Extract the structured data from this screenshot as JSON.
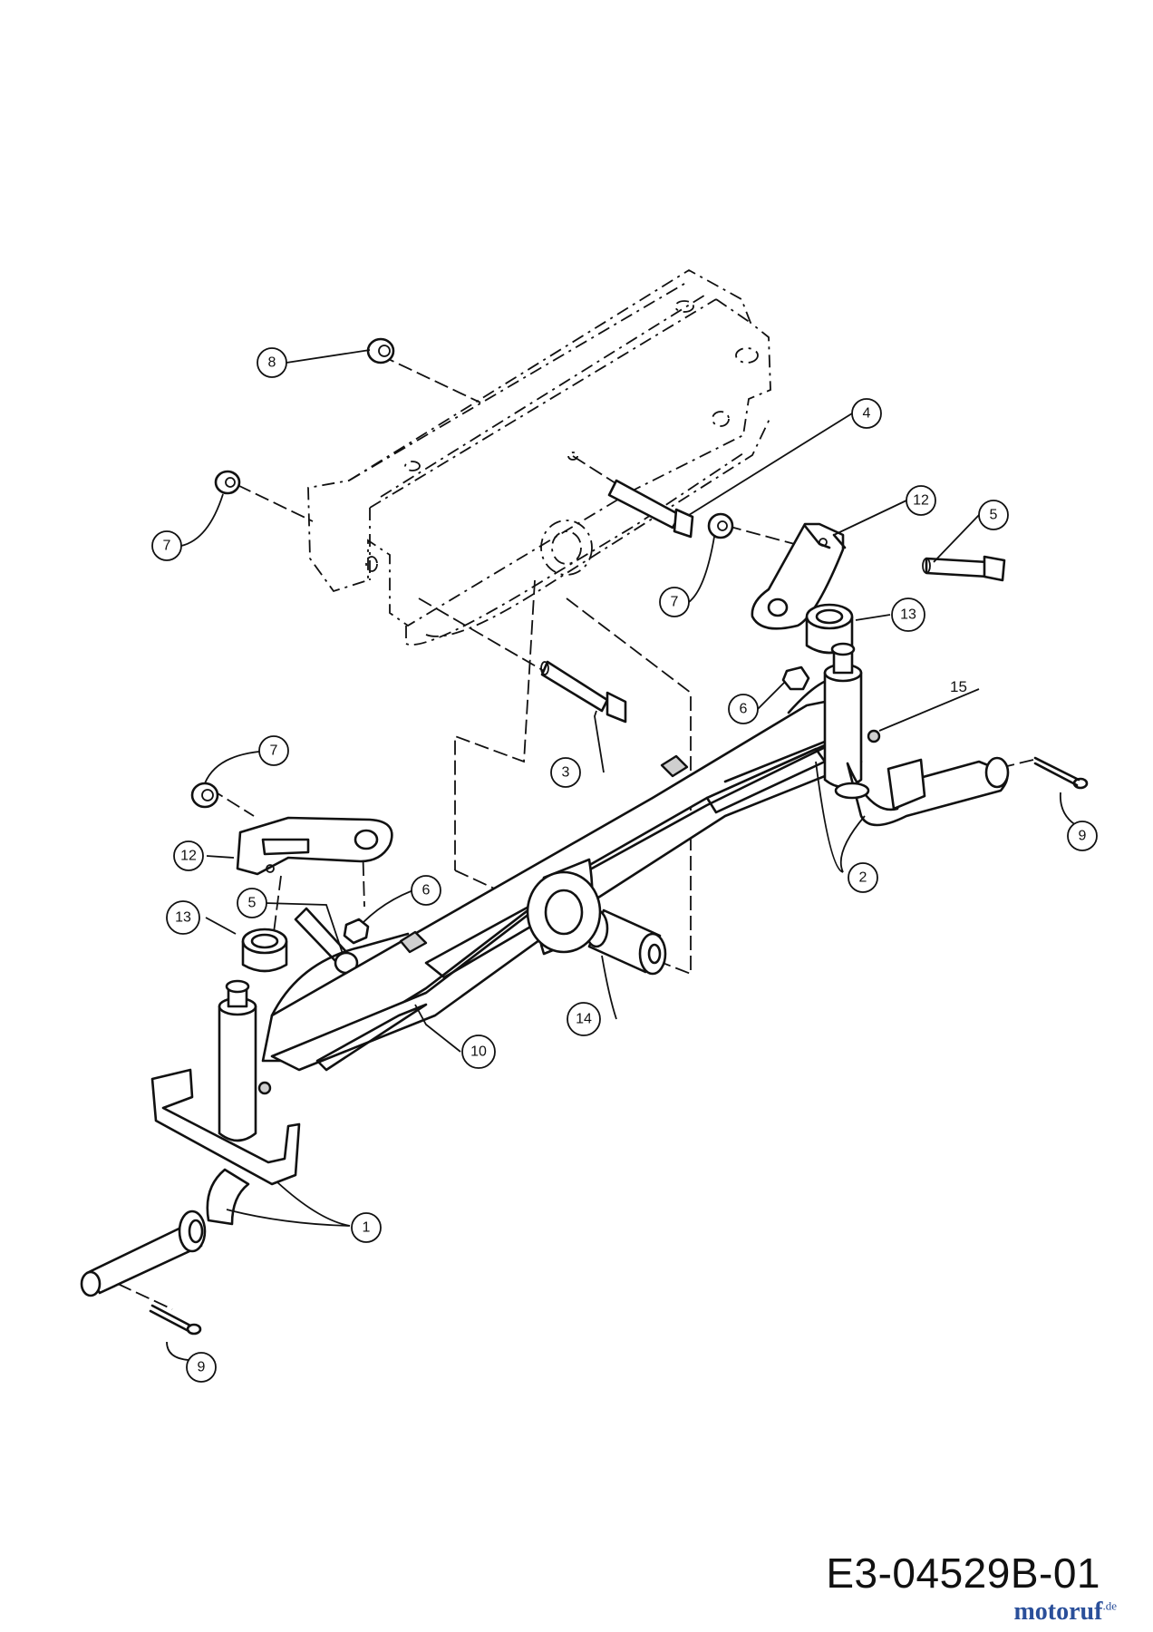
{
  "diagram": {
    "drawing_code": "E3-04529B-01",
    "watermark": {
      "text": "motoruf",
      "suffix": ".de"
    },
    "callouts": [
      {
        "id": "c8",
        "label": "8"
      },
      {
        "id": "c7a",
        "label": "7"
      },
      {
        "id": "c4",
        "label": "4"
      },
      {
        "id": "c12a",
        "label": "12"
      },
      {
        "id": "c5a",
        "label": "5"
      },
      {
        "id": "c7b",
        "label": "7"
      },
      {
        "id": "c13a",
        "label": "13"
      },
      {
        "id": "c6a",
        "label": "6"
      },
      {
        "id": "c3",
        "label": "3"
      },
      {
        "id": "c7c",
        "label": "7"
      },
      {
        "id": "c12b",
        "label": "12"
      },
      {
        "id": "c6b",
        "label": "6"
      },
      {
        "id": "c5b",
        "label": "5"
      },
      {
        "id": "c13b",
        "label": "13"
      },
      {
        "id": "c9a",
        "label": "9"
      },
      {
        "id": "c2",
        "label": "2"
      },
      {
        "id": "c14",
        "label": "14"
      },
      {
        "id": "c10",
        "label": "10"
      },
      {
        "id": "c1",
        "label": "1"
      },
      {
        "id": "c9b",
        "label": "9"
      }
    ],
    "plain_labels": [
      {
        "id": "p15",
        "label": "15"
      }
    ]
  }
}
